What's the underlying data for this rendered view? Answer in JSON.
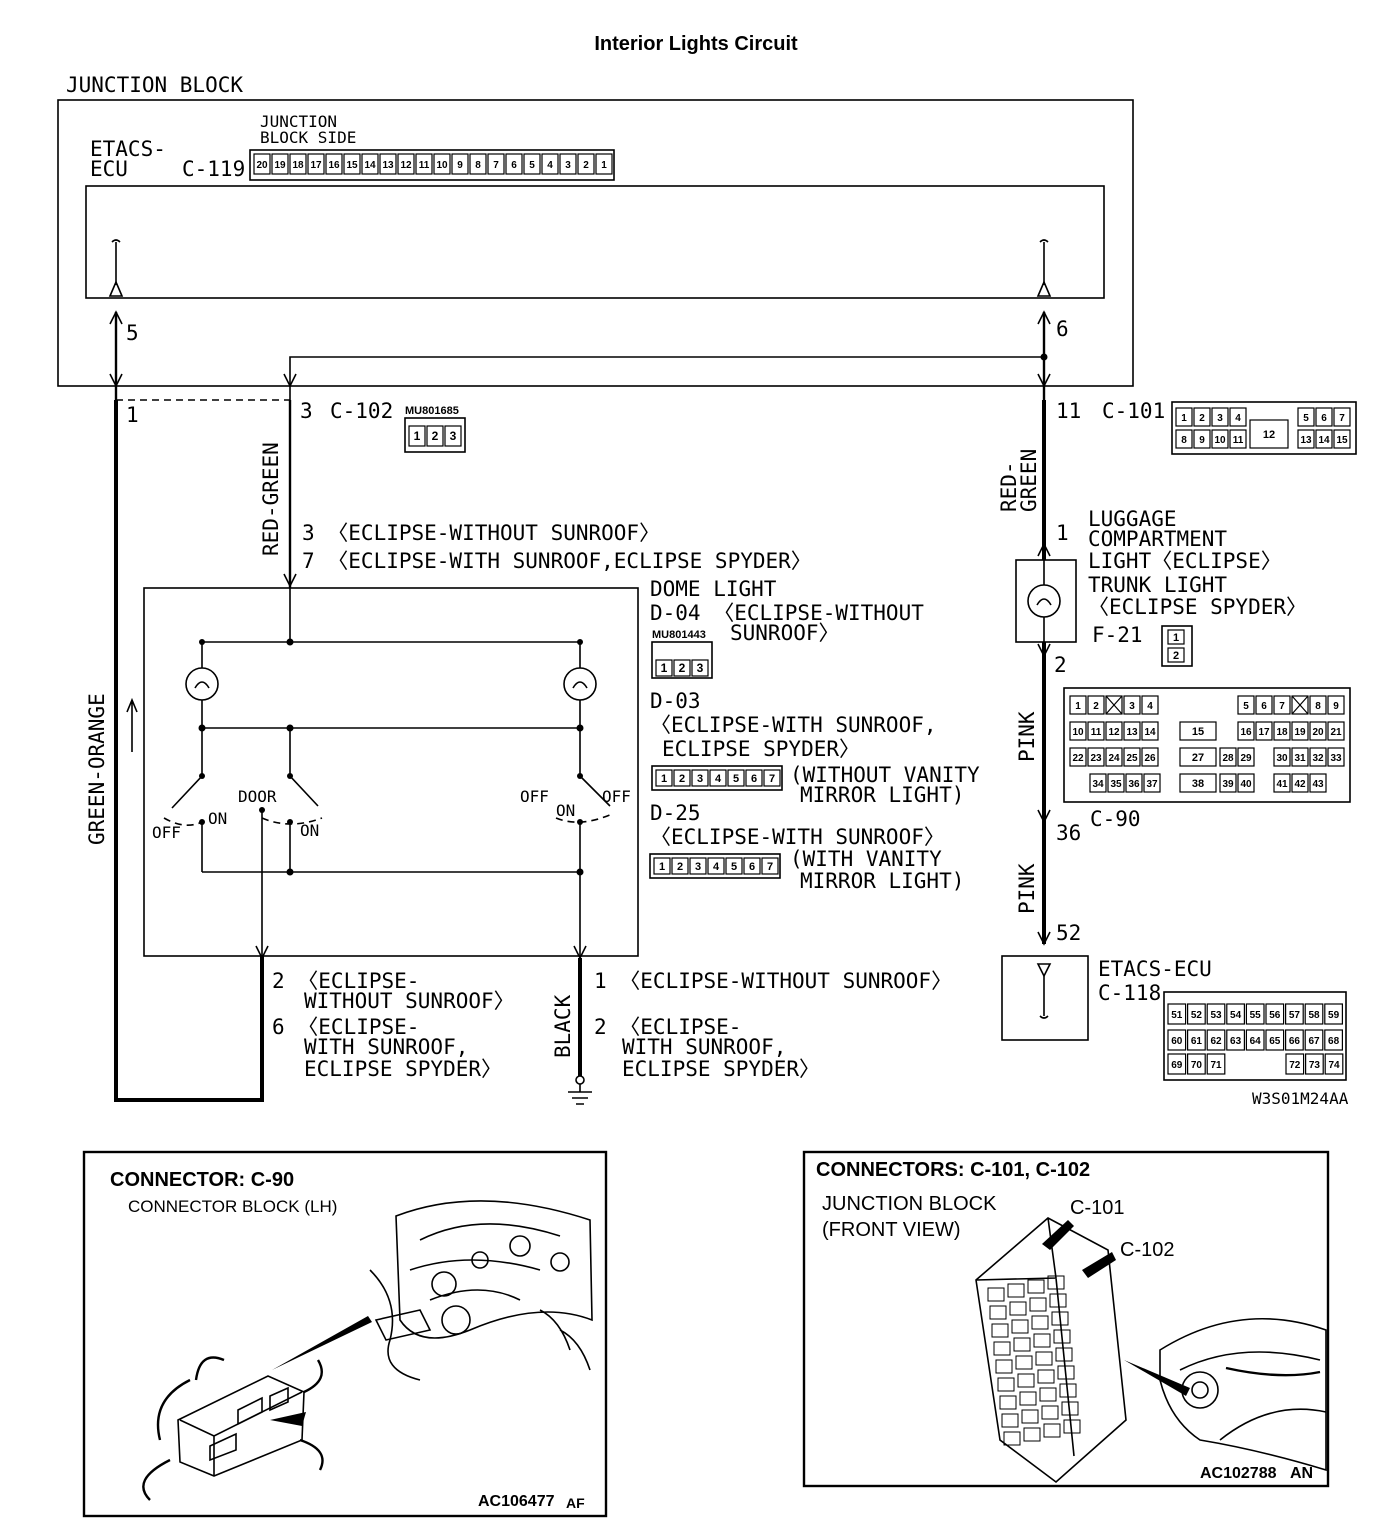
{
  "title": "Interior Lights Circuit",
  "junction_block": {
    "label": "JUNCTION BLOCK",
    "etacs_label_1": "ETACS-",
    "etacs_label_2": "ECU",
    "connector_id": "C-119",
    "side_label_1": "JUNCTION",
    "side_label_2": "BLOCK SIDE",
    "pins": [
      "20",
      "19",
      "18",
      "17",
      "16",
      "15",
      "14",
      "13",
      "12",
      "11",
      "10",
      "9",
      "8",
      "7",
      "6",
      "5",
      "4",
      "3",
      "2",
      "1"
    ],
    "pin_left": "5",
    "pin_right": "6"
  },
  "c102": {
    "pin_left": "1",
    "pin": "3",
    "id": "C-102",
    "part": "MU801685",
    "pins": [
      "1",
      "2",
      "3"
    ]
  },
  "c101": {
    "pin": "11",
    "id": "C-101",
    "row1": [
      "1",
      "2",
      "3",
      "4",
      "",
      "5",
      "6",
      "7"
    ],
    "row2": [
      "8",
      "9",
      "10",
      "11",
      "12",
      "13",
      "14",
      "15"
    ]
  },
  "wires": {
    "red_green_left": "RED-GREEN",
    "green_orange": "GREEN-ORANGE",
    "red_green_right_1": "RED-",
    "red_green_right_2": "GREEN",
    "pink_1": "PINK",
    "pink_2": "PINK",
    "black": "BLACK"
  },
  "dome": {
    "pin_note_1": "3 〈ECLIPSE-WITHOUT SUNROOF〉",
    "pin_note_2": "7 〈ECLIPSE-WITH SUNROOF,ECLIPSE SPYDER〉",
    "name": "DOME LIGHT",
    "d04_1": "D-04 〈ECLIPSE-WITHOUT",
    "d04_2": "SUNROOF〉",
    "d04_part": "MU801443",
    "d04_pins": [
      "1",
      "2",
      "3"
    ],
    "d03": "D-03",
    "d03_note_1": "〈ECLIPSE-WITH SUNROOF,",
    "d03_note_2": "ECLIPSE SPYDER〉",
    "d03_pins": [
      "1",
      "2",
      "3",
      "4",
      "5",
      "6",
      "7"
    ],
    "d03_vanity_1": "(WITHOUT VANITY",
    "d03_vanity_2": "MIRROR LIGHT)",
    "d25": "D-25",
    "d25_note": "〈ECLIPSE-WITH SUNROOF〉",
    "d25_pins": [
      "1",
      "2",
      "3",
      "4",
      "5",
      "6",
      "7"
    ],
    "d25_vanity_1": "(WITH VANITY",
    "d25_vanity_2": "MIRROR LIGHT)",
    "sw_off_l": "OFF",
    "sw_on_l": "ON",
    "sw_door": "DOOR",
    "sw_on_m": "ON",
    "sw_off_r1": "OFF",
    "sw_on_r": "ON",
    "sw_off_r2": "OFF",
    "bottom_left_1": "2 〈ECLIPSE-",
    "bottom_left_2": "WITHOUT SUNROOF〉",
    "bottom_left_3": "6 〈ECLIPSE-",
    "bottom_left_4": "WITH SUNROOF,",
    "bottom_left_5": "ECLIPSE SPYDER〉",
    "bottom_right_1": "1 〈ECLIPSE-WITHOUT SUNROOF〉",
    "bottom_right_2": "2 〈ECLIPSE-",
    "bottom_right_3": "WITH SUNROOF,",
    "bottom_right_4": "ECLIPSE SPYDER〉"
  },
  "luggage": {
    "pin_top": "1",
    "pin_bottom": "2",
    "line1": "LUGGAGE",
    "line2": "COMPARTMENT",
    "line3": "LIGHT〈ECLIPSE〉",
    "line4": "TRUNK LIGHT",
    "line5": "〈ECLIPSE SPYDER〉",
    "connector": "F-21",
    "pins": [
      "1",
      "2"
    ]
  },
  "c90": {
    "pin": "36",
    "id": "C-90",
    "row1": [
      "1",
      "2",
      "X",
      "3",
      "4",
      "",
      "5",
      "6",
      "7",
      "X",
      "8",
      "9"
    ],
    "row2": [
      "10",
      "11",
      "12",
      "13",
      "14",
      "15",
      "16",
      "17",
      "18",
      "19",
      "20",
      "21"
    ],
    "row3": [
      "22",
      "23",
      "24",
      "25",
      "26",
      "27",
      "28",
      "29",
      "30",
      "31",
      "32",
      "33"
    ],
    "row4": [
      "34",
      "35",
      "36",
      "37",
      "38",
      "39",
      "40",
      "41",
      "42",
      "43"
    ]
  },
  "c118": {
    "pin": "52",
    "label": "ETACS-ECU",
    "id": "C-118",
    "row1": [
      "51",
      "52",
      "53",
      "54",
      "55",
      "56",
      "57",
      "58",
      "59"
    ],
    "row2": [
      "60",
      "61",
      "62",
      "63",
      "64",
      "65",
      "66",
      "67",
      "68"
    ],
    "row3": [
      "69",
      "70",
      "71",
      "",
      "",
      "",
      "72",
      "73",
      "74"
    ]
  },
  "figure_code": "W3S01M24AA",
  "panel_c90": {
    "title": "CONNECTOR: C-90",
    "subtitle": "CONNECTOR BLOCK (LH)",
    "code": "AC106477",
    "code_suffix": "AF"
  },
  "panel_c101": {
    "title": "CONNECTORS: C-101, C-102",
    "subtitle_1": "JUNCTION BLOCK",
    "subtitle_2": "(FRONT VIEW)",
    "callout_1": "C-101",
    "callout_2": "C-102",
    "code": "AC102788",
    "code_suffix": "AN"
  }
}
